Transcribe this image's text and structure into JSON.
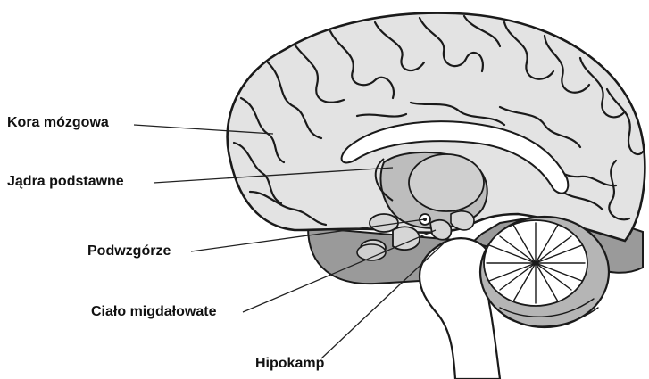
{
  "labels": {
    "cortex": "Kora mózgowa",
    "basal_ganglia": "Jądra podstawne",
    "hypothalamus": "Podwzgórze",
    "amygdala": "Ciało migdałowate",
    "hippocampus": "Hipokamp"
  },
  "colors": {
    "cortex_fill": "#e3e3e3",
    "cortex_dark": "#cfcfcf",
    "lower_fill": "#9a9a9a",
    "deep_fill": "#bdbdbd",
    "cerebellum": "#b5b5b5",
    "stroke": "#1a1a1a",
    "leader": "#222222"
  }
}
